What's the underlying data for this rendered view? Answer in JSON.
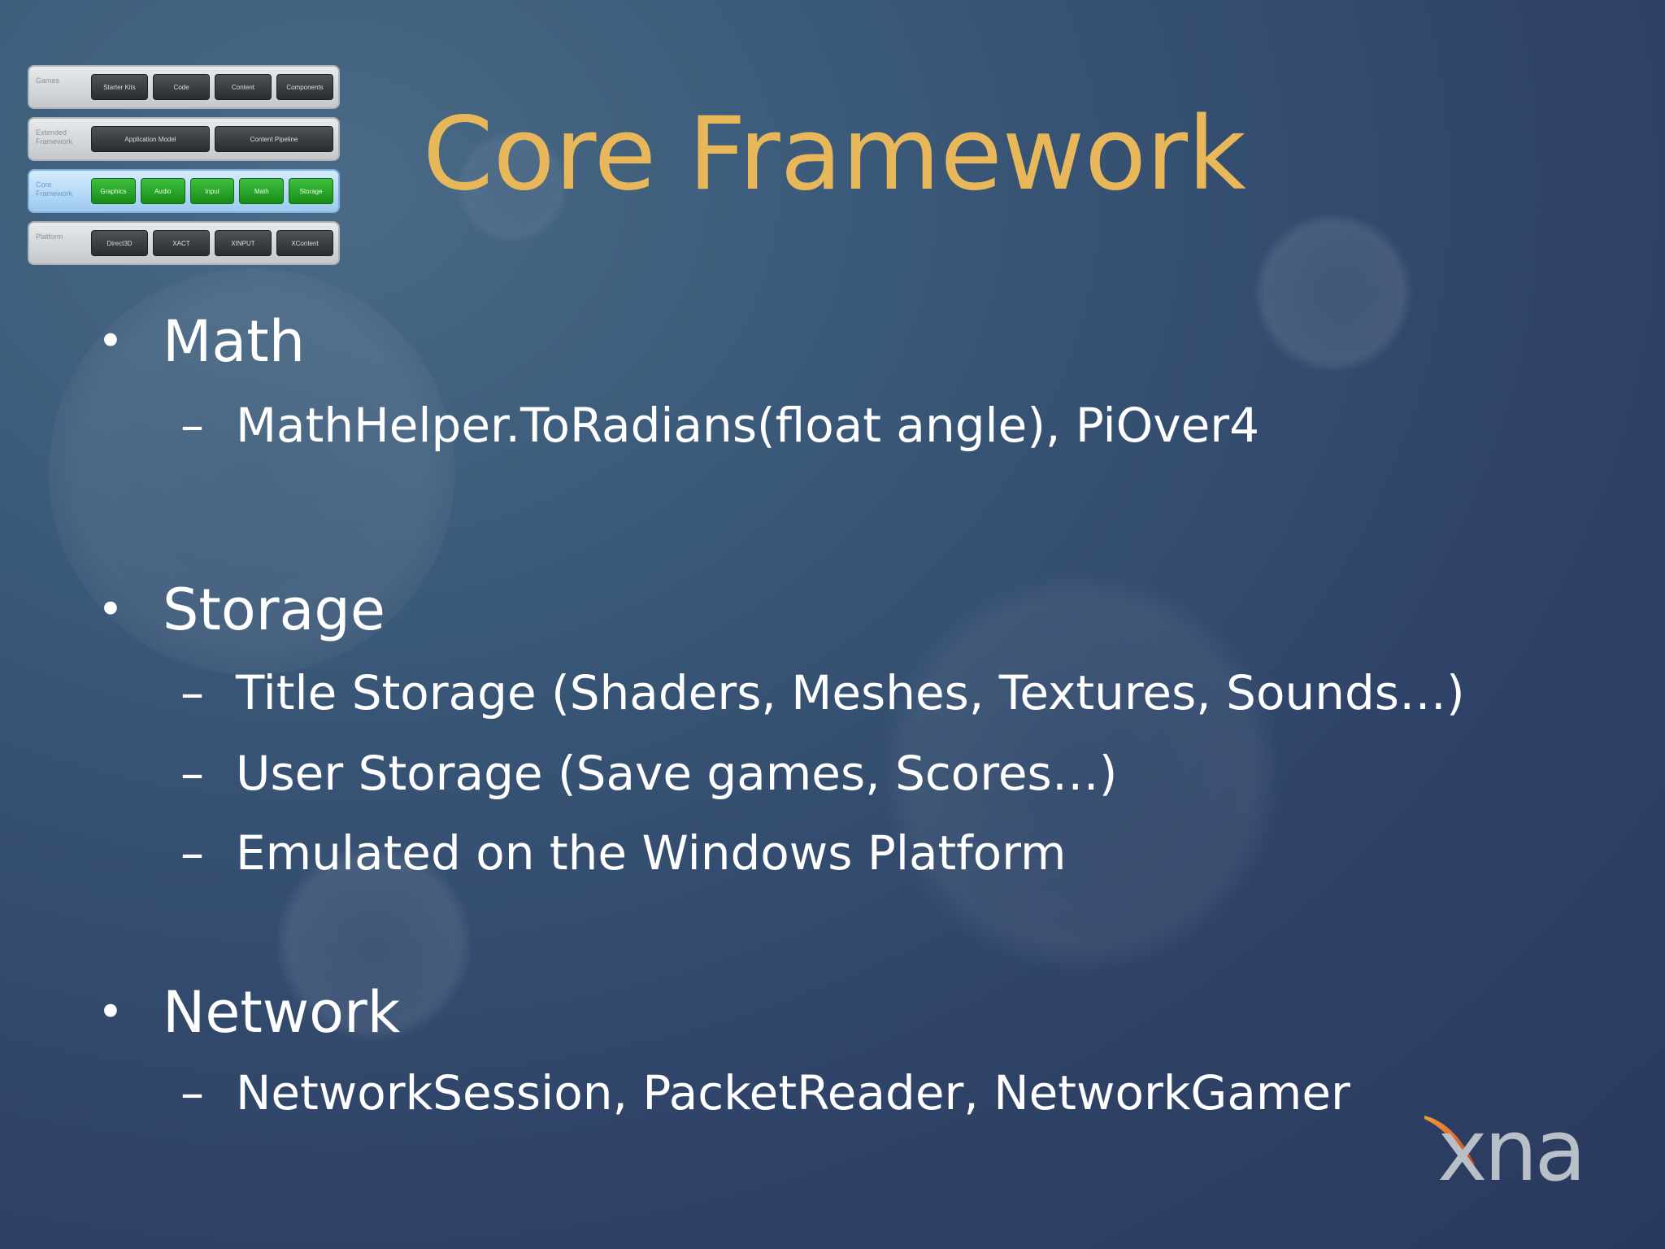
{
  "slide": {
    "title": "Core Framework",
    "colors": {
      "title": "#e8b75a",
      "text": "#ffffff",
      "background": "#2f4468"
    }
  },
  "stack_diagram": {
    "rows": [
      {
        "label": "Games",
        "blocks": [
          "Starter Kits",
          "Code",
          "Content",
          "Components"
        ],
        "highlight": false
      },
      {
        "label": "Extended Framework",
        "blocks": [
          "Application Model",
          "Content Pipeline"
        ],
        "highlight": false
      },
      {
        "label": "Core Framework",
        "blocks": [
          "Graphics",
          "Audio",
          "Input",
          "Math",
          "Storage"
        ],
        "highlight": true
      },
      {
        "label": "Platform",
        "blocks": [
          "Direct3D",
          "XACT",
          "XINPUT",
          "XContent"
        ],
        "highlight": false
      }
    ]
  },
  "bullets": [
    {
      "label": "Math",
      "subs": [
        "MathHelper.ToRadians(float angle), PiOver4"
      ]
    },
    {
      "label": "Storage",
      "subs": [
        "Title Storage (Shaders, Meshes, Textures, Sounds…)",
        "User Storage (Save games, Scores…)",
        "Emulated on the Windows Platform"
      ]
    },
    {
      "label": "Network",
      "subs": [
        "NetworkSession, PacketReader, NetworkGamer"
      ]
    }
  ],
  "bullet_glyph": "•",
  "sub_glyph": "–",
  "logo": {
    "text": "xna",
    "icon": "xna-logo-icon"
  }
}
